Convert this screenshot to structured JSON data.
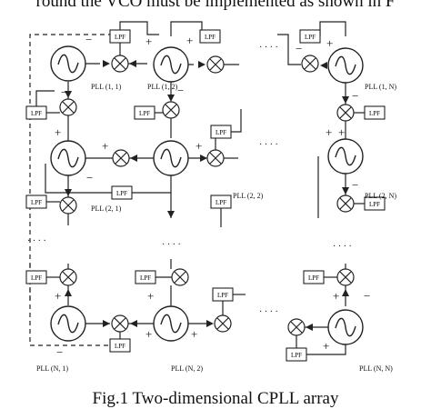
{
  "header_text": "round the VCO must be implemented as shown in F",
  "caption": "Fig.1 Two-dimensional CPLL array",
  "lpf_label": "LPF",
  "signs": {
    "minus": "−",
    "plus": "+"
  },
  "ellipsis": "· · · ·",
  "pll_labels": {
    "r1c1": "PLL (1, 1)",
    "r1c2": "PLL (1, 2)",
    "r1cN": "PLL (1, N)",
    "r2c1": "PLL (2, 1)",
    "r2c2": "PLL (2, 2)",
    "r2cN": "PLL (2, N)",
    "rNc1": "PLL (N, 1)",
    "rNc2": "PLL (N, 2)",
    "rNcN": "PLL (N, N)"
  },
  "icons": {
    "oscillator": "vco-sine-icon",
    "mixer": "mixer-cross-icon"
  }
}
